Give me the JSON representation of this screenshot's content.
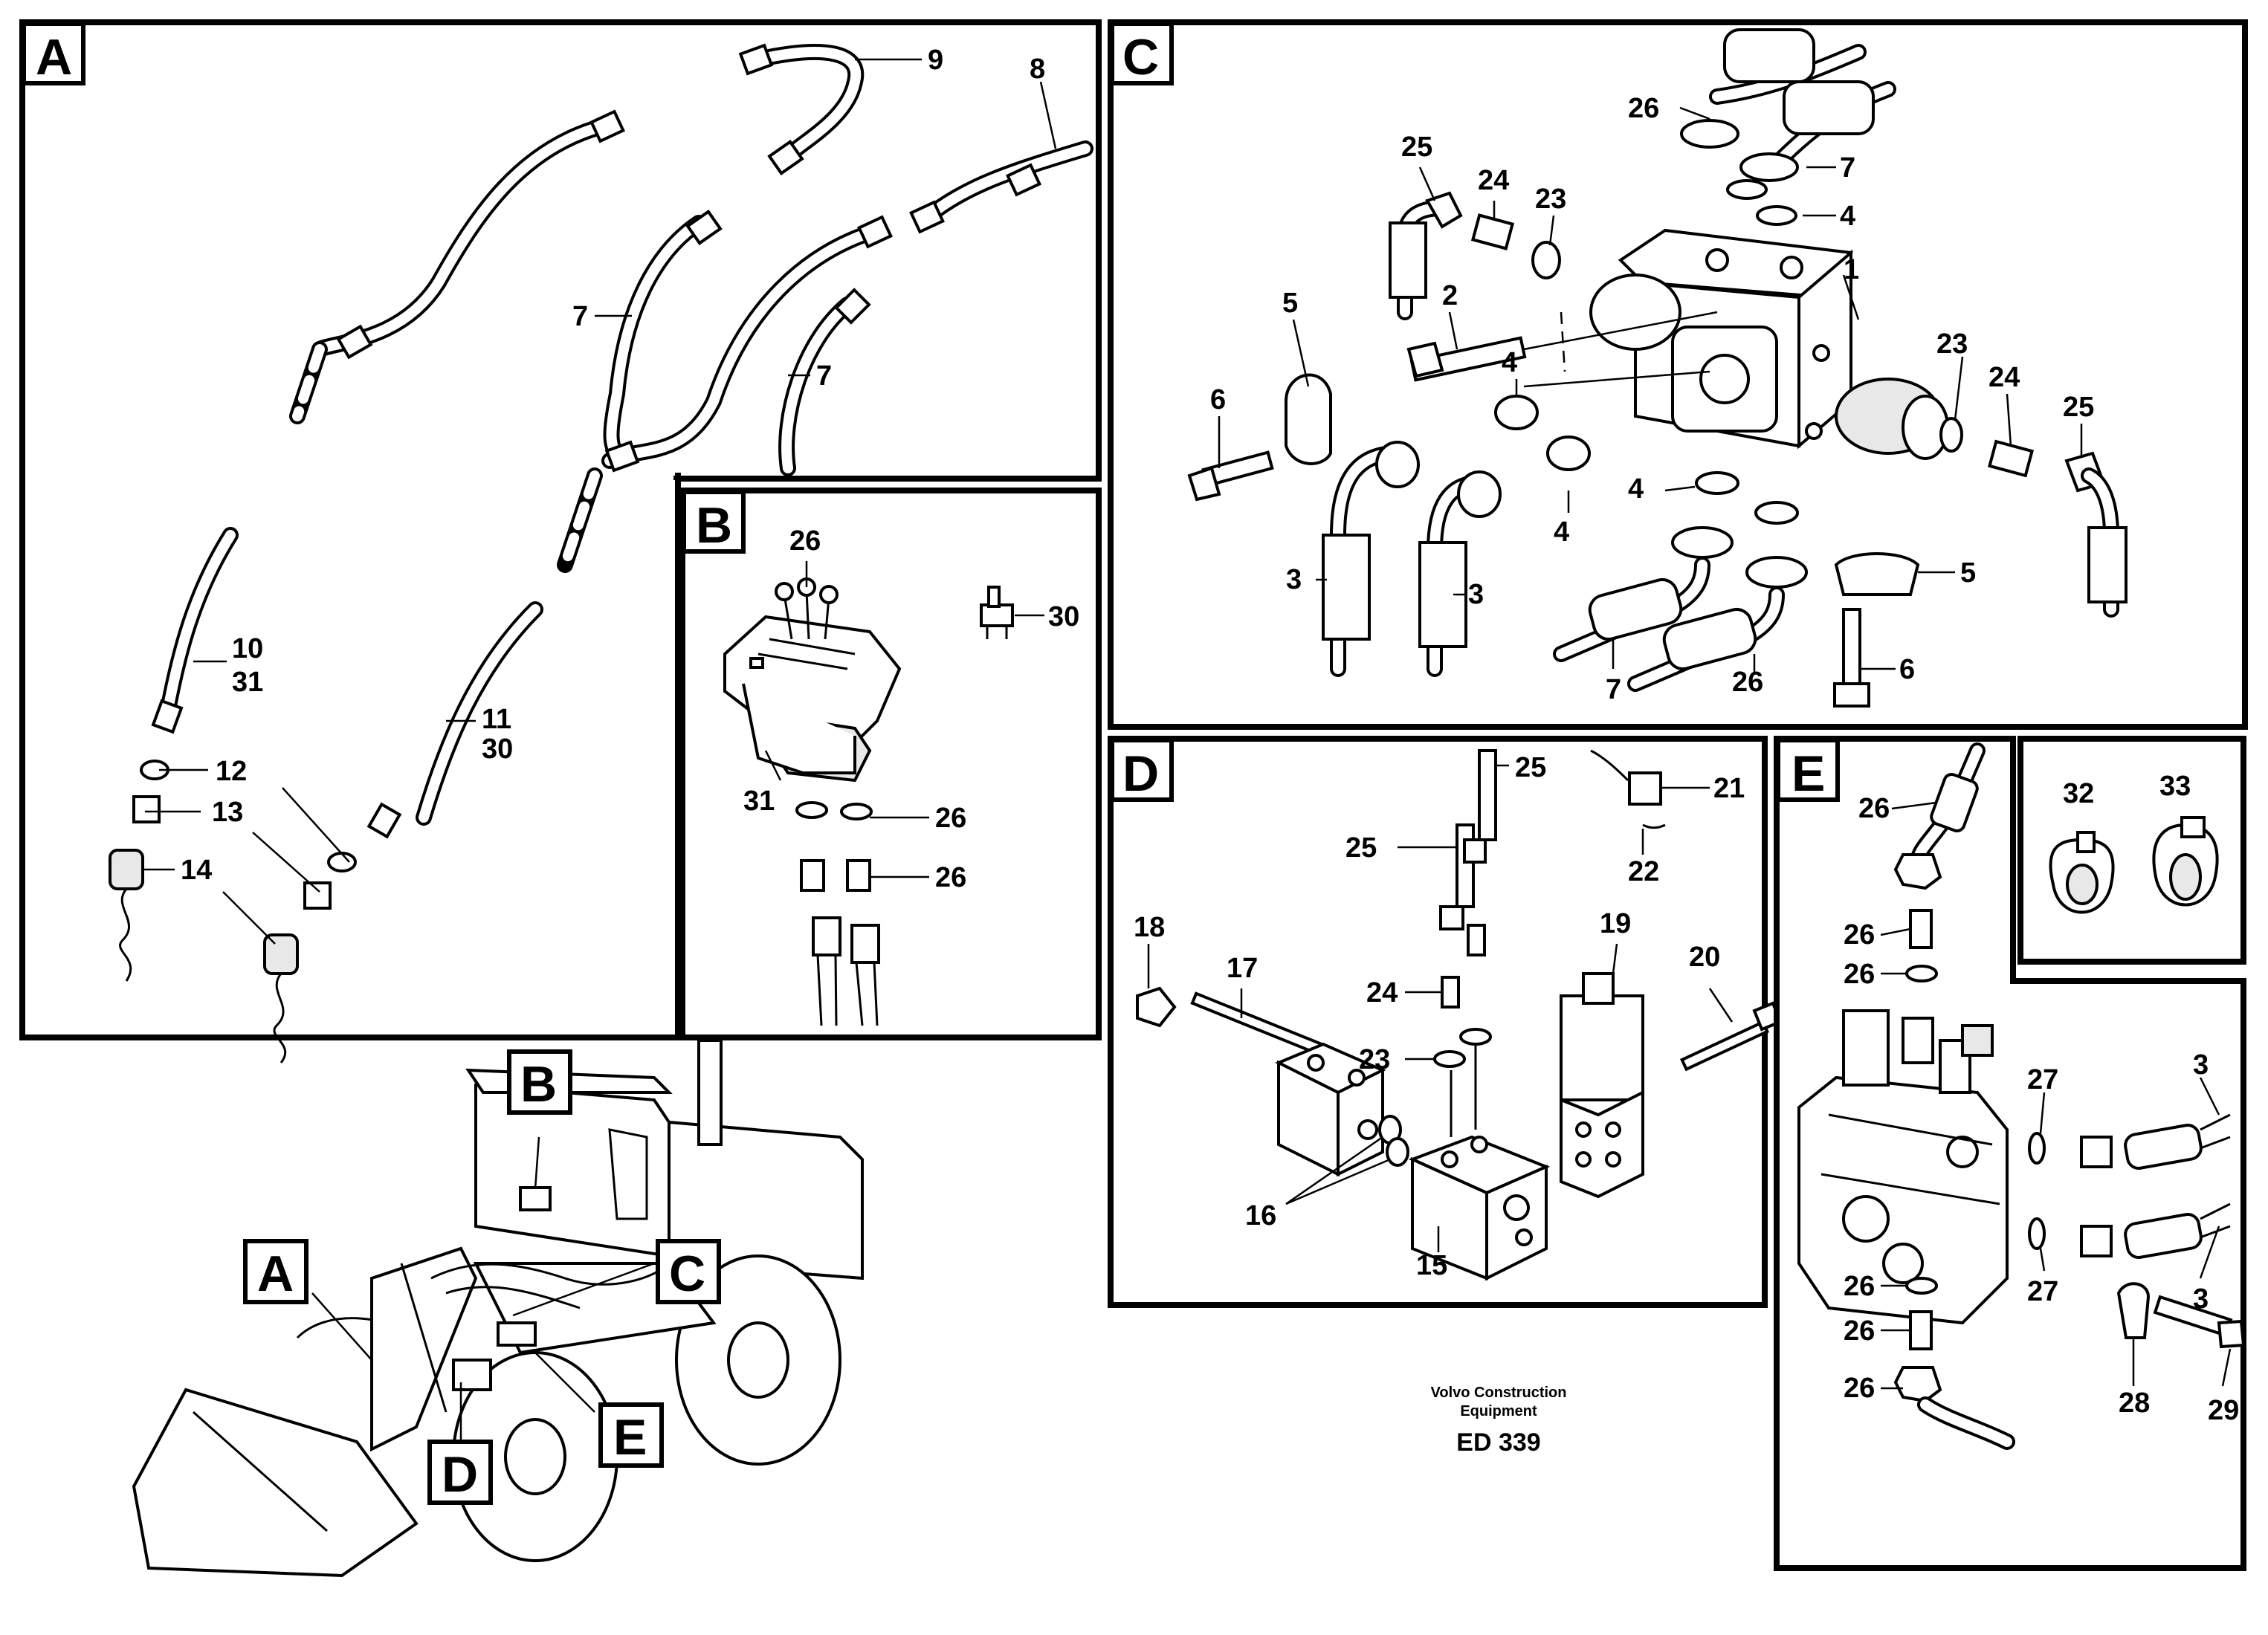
{
  "panels": {
    "A": {
      "label": "A",
      "callouts": [
        "9",
        "8",
        "7",
        "7",
        "10",
        "31",
        "11",
        "30",
        "12",
        "13",
        "14"
      ]
    },
    "B": {
      "label": "B",
      "callouts": [
        "26",
        "30",
        "31",
        "26",
        "26"
      ]
    },
    "C": {
      "label": "C",
      "callouts": [
        "26",
        "7",
        "25",
        "24",
        "23",
        "4",
        "1",
        "5",
        "2",
        "4",
        "6",
        "23",
        "24",
        "25",
        "3",
        "4",
        "3",
        "4",
        "5",
        "7",
        "26",
        "6"
      ]
    },
    "D": {
      "label": "D",
      "callouts": [
        "25",
        "21",
        "25",
        "22",
        "18",
        "17",
        "19",
        "20",
        "24",
        "23",
        "16",
        "15"
      ]
    },
    "E": {
      "label": "E",
      "callouts": [
        "26",
        "26",
        "26",
        "27",
        "3",
        "27",
        "3",
        "26",
        "26",
        "28",
        "29",
        "26"
      ]
    },
    "F": {
      "callouts": [
        "32",
        "33"
      ]
    }
  },
  "overview": {
    "tags": [
      "B",
      "A",
      "C",
      "D",
      "E"
    ]
  },
  "footer": {
    "company_line1": "Volvo Construction",
    "company_line2": "Equipment",
    "code": "ED 339"
  },
  "style": {
    "line_color": "#000000",
    "background": "#ffffff"
  }
}
